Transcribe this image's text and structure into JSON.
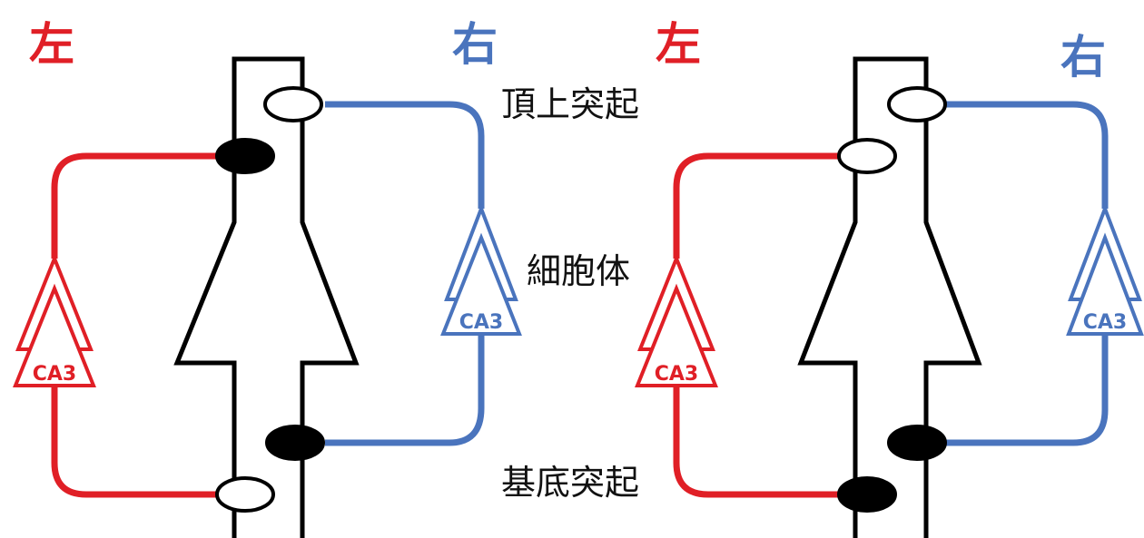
{
  "colors": {
    "left": "#e01f26",
    "right": "#4a74bd",
    "outline": "#000000",
    "background": "#ffffff"
  },
  "labels": {
    "left_side_1": "左",
    "right_side_1": "右",
    "left_side_2": "左",
    "right_side_2": "右",
    "apical": "頂上突起",
    "soma": "細胞体",
    "basal": "基底突起",
    "ca3": "CA3"
  },
  "panels": [
    {
      "name": "panel-1",
      "synapses": {
        "left_apical": "filled",
        "right_apical": "open",
        "left_basal": "open",
        "right_basal": "filled"
      }
    },
    {
      "name": "panel-2",
      "synapses": {
        "left_apical": "open",
        "right_apical": "open",
        "left_basal": "filled",
        "right_basal": "filled"
      }
    }
  ]
}
